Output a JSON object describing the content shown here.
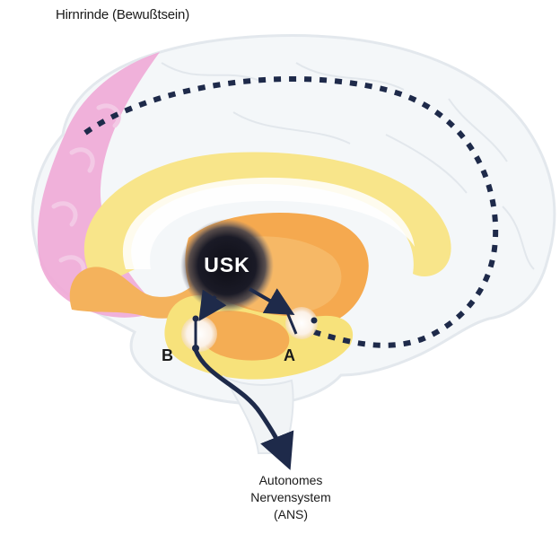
{
  "labels": {
    "cortex": "Hirnrinde (Bewußtsein)",
    "usk": "USK",
    "a": "A",
    "b": "B",
    "ans_line1": "Autonomes",
    "ans_line2": "Nervensystem",
    "ans_line3": "(ANS)"
  },
  "colors": {
    "cortex_outline": "#e6eaee",
    "cortex_fill": "#f4f7f9",
    "frontal_pink": "#eea3d3",
    "limbic_yellow": "#f8e58a",
    "inner_orange": "#f5a94f",
    "usk_dark": "#14141f",
    "pathway_navy": "#1e2a4a"
  }
}
